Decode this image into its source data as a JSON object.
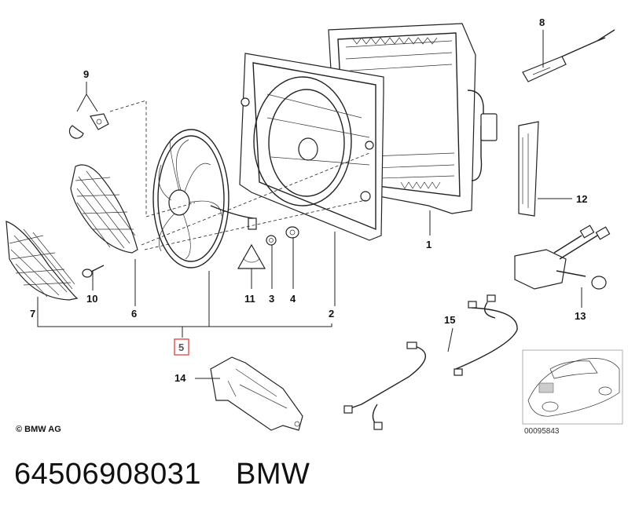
{
  "callouts": {
    "c1": "1",
    "c2": "2",
    "c3": "3",
    "c4": "4",
    "c5": "5",
    "c6": "6",
    "c7": "7",
    "c8": "8",
    "c9": "9",
    "c10": "10",
    "c11": "11",
    "c12": "12",
    "c13": "13",
    "c14": "14",
    "c15": "15"
  },
  "copyright": "© BMW AG",
  "figure_id": "00095843",
  "footer": {
    "part_number": "64506908031",
    "brand": "BMW"
  },
  "colors": {
    "highlight_box": "#e04040",
    "highlight_text": "#555555",
    "line": "#222222"
  }
}
